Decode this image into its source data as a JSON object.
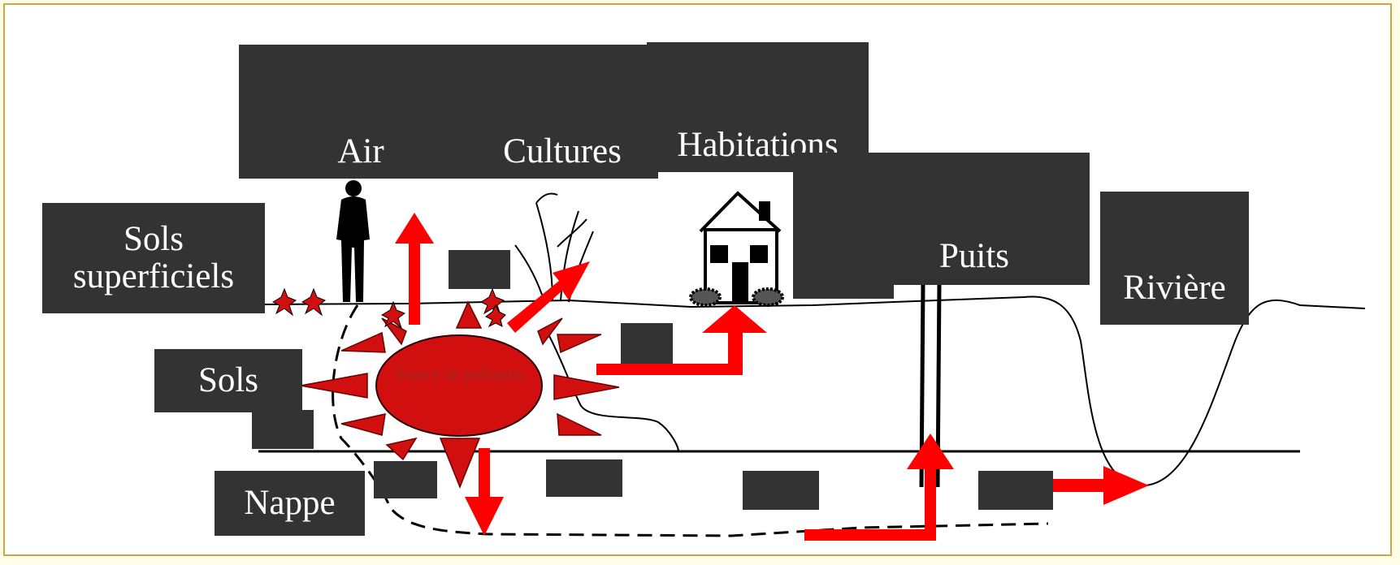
{
  "labels": {
    "air": "Air",
    "cultures": "Cultures",
    "habitations": "Habitations",
    "puits": "Puits",
    "riviere": "Rivière",
    "sols_superficiels": "Sols superficiels",
    "sols": "Sols",
    "nappe": "Nappe",
    "source": "Source de polluants"
  },
  "colors": {
    "frame_border": "#c9a64a",
    "label_bg": "#333333",
    "label_text": "#ffffff",
    "pollution": "#ff0000",
    "source_fill": "#d10f0f",
    "source_text": "#9b2a1e"
  },
  "icons": [
    "person-silhouette-icon",
    "plant-icon",
    "house-icon"
  ]
}
